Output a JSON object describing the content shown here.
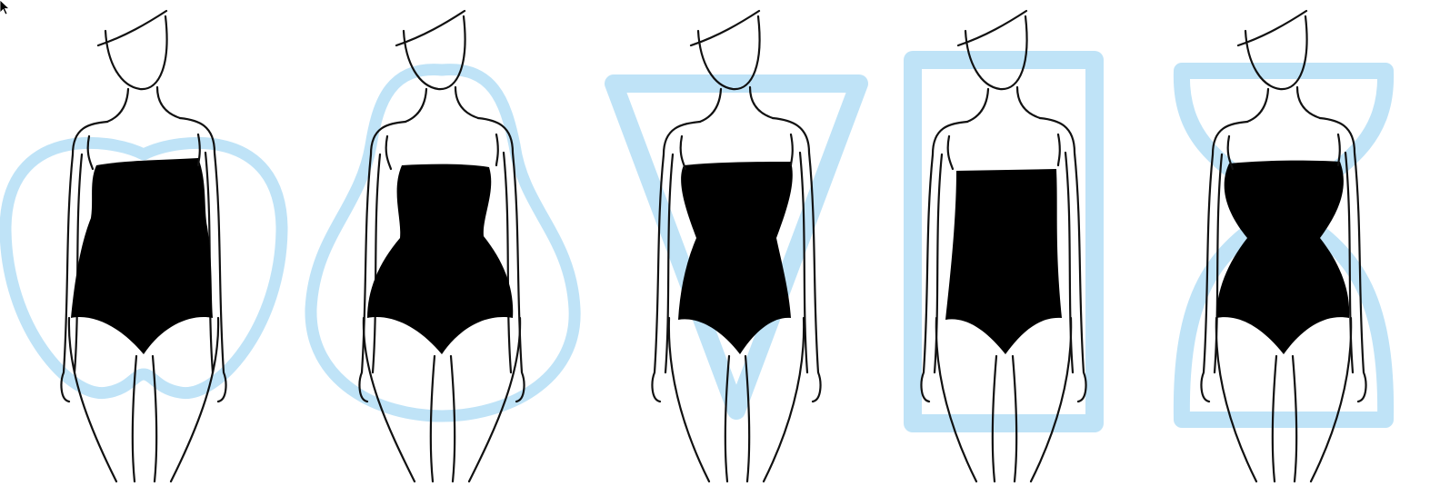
{
  "colors": {
    "background": "#ffffff",
    "outline": "#111111",
    "swimsuit": "#000000",
    "shape": "#bfe3f7"
  },
  "figures": [
    {
      "shape": "apple"
    },
    {
      "shape": "pear"
    },
    {
      "shape": "inverted-triangle"
    },
    {
      "shape": "rectangle"
    },
    {
      "shape": "hourglass"
    }
  ],
  "cursor": {
    "icon": "mouse-pointer-icon"
  }
}
